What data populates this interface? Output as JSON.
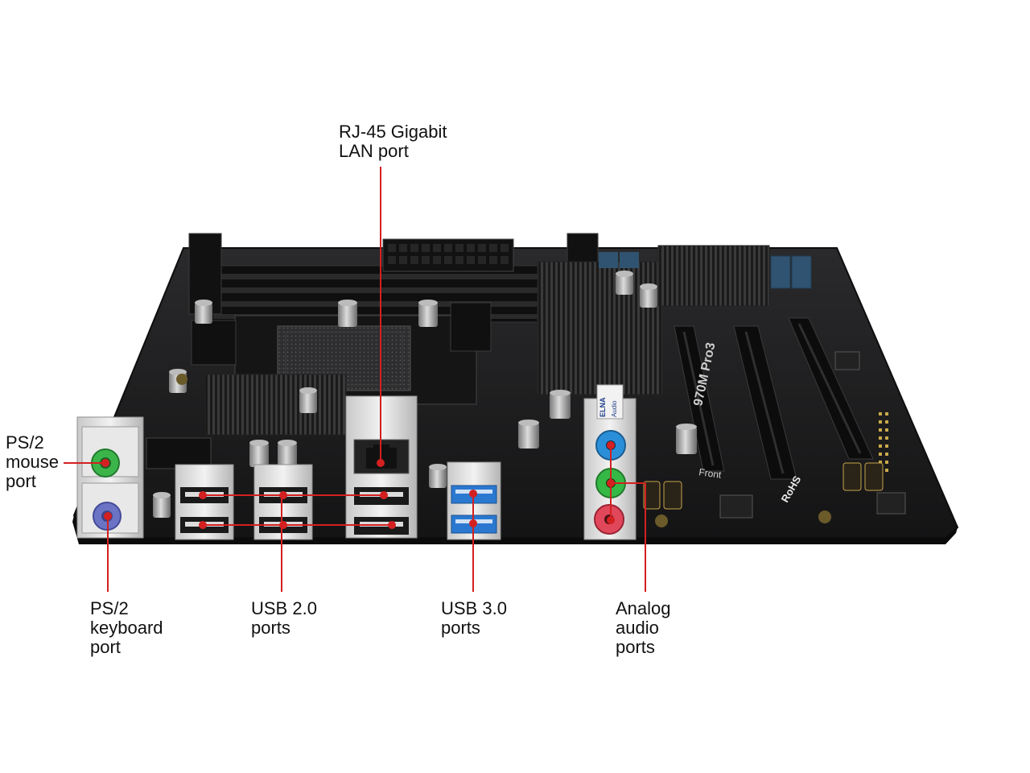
{
  "callouts": [
    {
      "id": "lan",
      "label": "RJ-45 Gigabit\nLAN port"
    },
    {
      "id": "ps2-mouse",
      "label": "PS/2\nmouse\nport"
    },
    {
      "id": "ps2-keyboard",
      "label": "PS/2\nkeyboard\nport"
    },
    {
      "id": "usb2",
      "label": "USB 2.0\nports"
    },
    {
      "id": "usb3",
      "label": "USB 3.0\nports"
    },
    {
      "id": "audio",
      "label": "Analog\naudio\nports"
    }
  ],
  "board_text": {
    "model": "970M Pro3",
    "rohs": "RoHS",
    "elna": "ELNA",
    "audio": "Audio",
    "front": "Front"
  },
  "colors": {
    "pcb": "#1c1c1e",
    "leader_line": "#d42020",
    "ps2_mouse": "#3bb54a",
    "ps2_keyboard": "#6b74c4",
    "usb3": "#2a78d0",
    "audio_blue": "#2a8fd8",
    "audio_green": "#35b845",
    "audio_pink": "#e0475a"
  }
}
